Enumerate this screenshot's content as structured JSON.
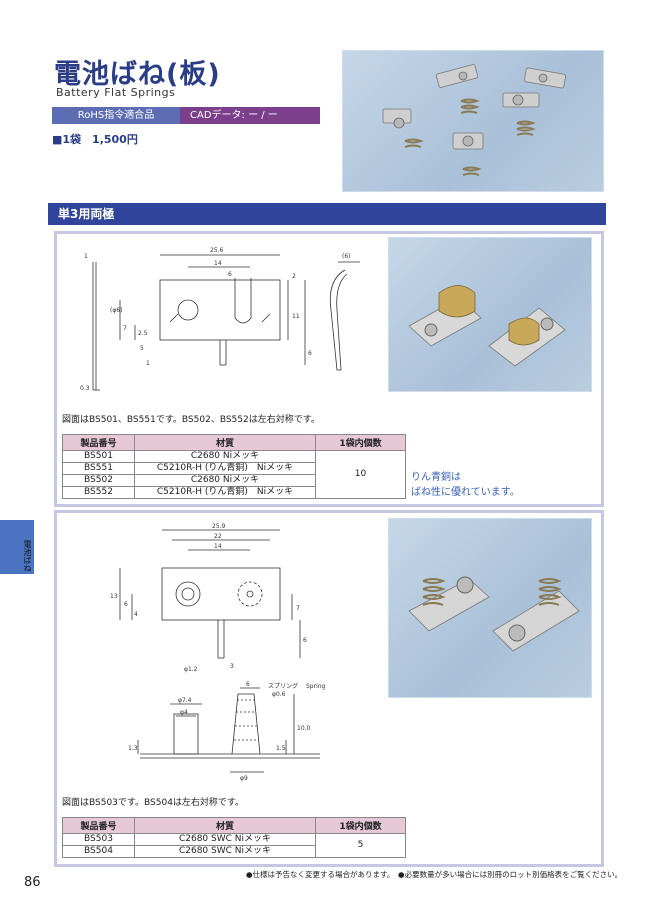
{
  "header": {
    "title_jp": "電池ばね(板)",
    "title_en": "Battery Flat Springs",
    "rohs": "RoHS指令適合品",
    "cad": "CADデータ:  ー / ー",
    "price": "■1袋　1,500円"
  },
  "section": {
    "title": "単3用両極"
  },
  "drawing1": {
    "dims": [
      "1",
      "25.6",
      "14",
      "6",
      "2",
      "(6)",
      "(φ6)",
      "7",
      "2.5",
      "5",
      "11",
      "6",
      "1",
      "0.3"
    ]
  },
  "drawing2": {
    "dims": [
      "25.9",
      "22",
      "14",
      "13",
      "6",
      "4",
      "7",
      "6",
      "φ1.2",
      "3",
      "6",
      "スプリング",
      "Spring",
      "φ0.6",
      "φ7.4",
      "φ4",
      "1.3",
      "1.5",
      "10.0",
      "φ9"
    ]
  },
  "table1": {
    "caption": "図面はBS501、BS551です。BS502、BS552は左右対称です。",
    "headers": [
      "製品番号",
      "材質",
      "1袋内個数"
    ],
    "rows": [
      {
        "code": "BS501",
        "material": "C2680 Niメッキ"
      },
      {
        "code": "BS551",
        "material": "C5210R-H (りん青銅)　Niメッキ"
      },
      {
        "code": "BS502",
        "material": "C2680 Niメッキ"
      },
      {
        "code": "BS552",
        "material": "C5210R-H (りん青銅)　Niメッキ"
      }
    ],
    "qty": "10",
    "note_line1": "りん青銅は",
    "note_line2": "ばね性に優れています。"
  },
  "table2": {
    "caption": "図面はBS503です。BS504は左右対称です。",
    "headers": [
      "製品番号",
      "材質",
      "1袋内個数"
    ],
    "rows": [
      {
        "code": "BS503",
        "material": "C2680 SWC Niメッキ"
      },
      {
        "code": "BS504",
        "material": "C2680 SWC Niメッキ"
      }
    ],
    "qty": "5"
  },
  "sidebar": {
    "label": "電池ばね"
  },
  "footer": {
    "page": "86",
    "note": "●仕様は予告なく変更する場合があります。　●必要数量が多い場合には別冊のロット別価格表をご覧ください。"
  }
}
